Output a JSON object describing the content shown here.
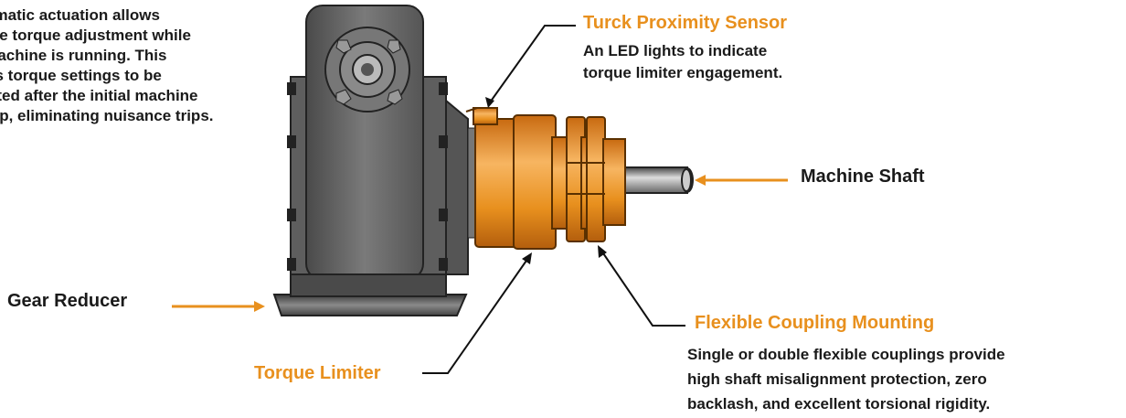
{
  "intro": {
    "lines": [
      "Pneumatic actuation allows",
      "remote torque adjustment while",
      "the machine is running. This",
      "allows torque settings to be",
      "adjusted after the initial machine",
      "startup, eliminating nuisance trips."
    ]
  },
  "labels": {
    "sensor_title": "Turck Proximity Sensor",
    "sensor_desc": [
      "An LED lights to indicate",
      "torque limiter engagement."
    ],
    "machine_shaft": "Machine Shaft",
    "gear_reducer": "Gear Reducer",
    "torque_limiter": "Torque Limiter",
    "coupling_title": "Flexible Coupling Mounting",
    "coupling_desc": [
      "Single or double flexible couplings provide",
      "high shaft misalignment protection, zero",
      "backlash, and excellent torsional rigidity."
    ]
  },
  "colors": {
    "accent": "#e8901e",
    "text": "#1a1a1a",
    "gear_gray": "#6b6b6b"
  }
}
